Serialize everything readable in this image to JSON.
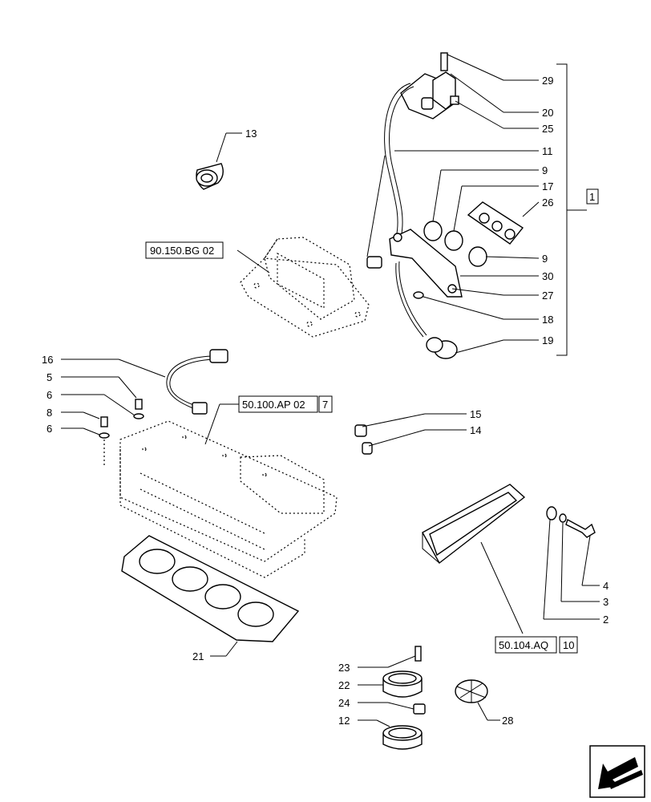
{
  "callouts": {
    "n1": "1",
    "n2": "2",
    "n3": "3",
    "n4": "4",
    "n5": "5",
    "n6a": "6",
    "n6b": "6",
    "n8": "8",
    "n9a": "9",
    "n9b": "9",
    "n11": "11",
    "n12": "12",
    "n13": "13",
    "n14": "14",
    "n15": "15",
    "n16": "16",
    "n17": "17",
    "n18": "18",
    "n19": "19",
    "n20": "20",
    "n21": "21",
    "n22": "22",
    "n23": "23",
    "n24": "24",
    "n25": "25",
    "n26": "26",
    "n27": "27",
    "n28": "28",
    "n29": "29",
    "n30": "30"
  },
  "references": {
    "r1": {
      "code": "90.150.BG 02"
    },
    "r2": {
      "code": "50.100.AP 02",
      "page": "7"
    },
    "r3": {
      "code": "50.104.AQ",
      "page": "10"
    }
  },
  "nav": {
    "icon": "arrow-back-icon"
  }
}
